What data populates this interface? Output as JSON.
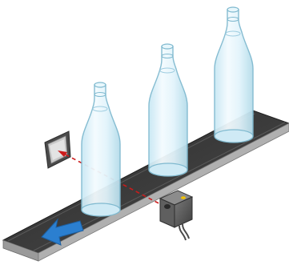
{
  "scene": {
    "bottle_count": 3,
    "objects": [
      {
        "name": "conveyor-belt",
        "icon": "conveyor-belt-icon"
      },
      {
        "name": "bottle-1",
        "icon": "glass-bottle-icon"
      },
      {
        "name": "bottle-2",
        "icon": "glass-bottle-icon"
      },
      {
        "name": "bottle-3",
        "icon": "glass-bottle-icon"
      },
      {
        "name": "reflector",
        "icon": "reflector-plate-icon"
      },
      {
        "name": "photoelectric-sensor",
        "icon": "sensor-icon"
      },
      {
        "name": "direction-arrow",
        "icon": "arrow-left-down-icon"
      },
      {
        "name": "light-beam",
        "icon": "dashed-beam-icon"
      }
    ]
  },
  "colors": {
    "belt_top": "#3a3a3a",
    "belt_side": "#8a8a8a",
    "bottle_fill": "#d9f1fa",
    "bottle_stroke": "#7fb9cf",
    "arrow": "#2b7fd0",
    "beam": "#cc1b1b",
    "sensor": "#5a5a5a"
  }
}
